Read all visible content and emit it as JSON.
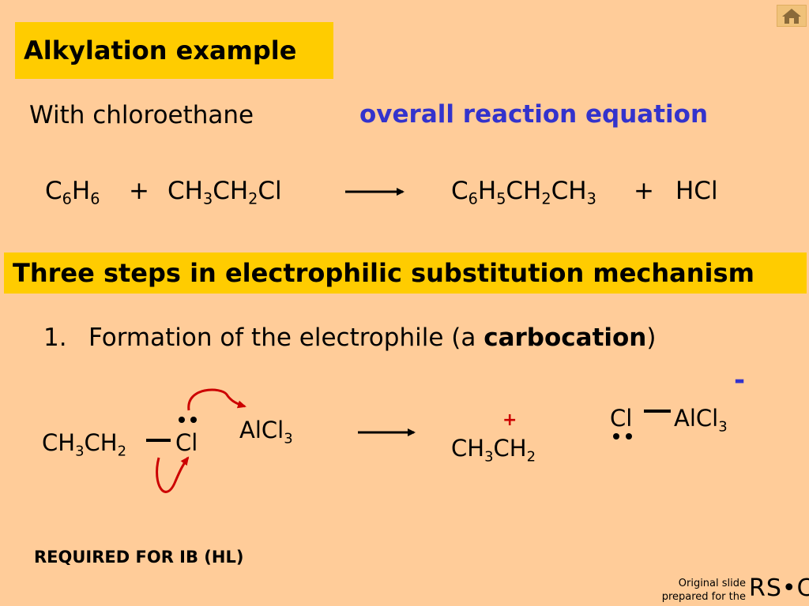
{
  "title": "Alkylation example",
  "subtitle_left": "With chloroethane",
  "subtitle_right": "overall reaction equation",
  "equation": {
    "r1": [
      "C",
      "6",
      "H",
      "6"
    ],
    "plus": "+",
    "r2": [
      "CH",
      "3",
      "CH",
      "2",
      "Cl"
    ],
    "p1": [
      "C",
      "6",
      "H",
      "5",
      "CH",
      "2",
      "CH",
      "3"
    ],
    "p2": "HCl"
  },
  "steps_heading": "Three steps in electrophilic substitution mechanism",
  "step1": {
    "number": "1.",
    "text_before": "Formation of the electrophile (a ",
    "bold": "carbocation",
    "text_after": ")"
  },
  "mechanism": {
    "reactant_group": [
      "CH",
      "3",
      "CH",
      "2"
    ],
    "reactant_atom": "Cl",
    "catalyst": [
      "AlCl",
      "3"
    ],
    "product_group": [
      "CH",
      "3",
      "CH",
      "2"
    ],
    "charge_plus": "+",
    "complex_atom": "Cl",
    "complex_rest": [
      "AlCl",
      "3"
    ],
    "charge_minus": "-"
  },
  "footer_required": "REQUIRED FOR IB (HL)",
  "credit_line1": "Original slide",
  "credit_line2": "prepared for the",
  "credit_logo": "RS•C",
  "colors": {
    "background": "#FFCC99",
    "highlight": "#FFCC00",
    "accent_blue": "#3333CC",
    "arrow_red": "#CC0000"
  },
  "icons": {
    "home": "home-icon"
  }
}
